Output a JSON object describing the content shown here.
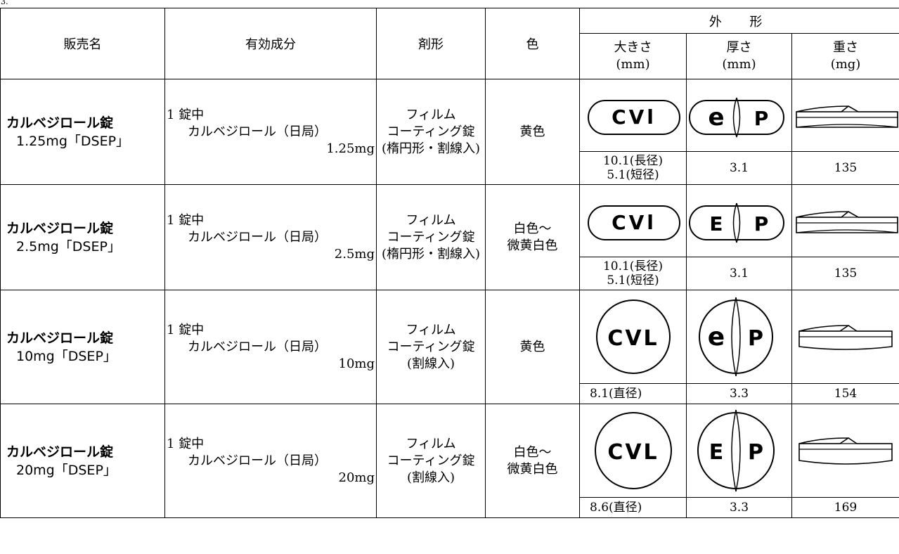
{
  "section_no": "3.",
  "header": {
    "name": "販売名",
    "ingredient": "有効成分",
    "dosage_form": "剤形",
    "color": "色",
    "appearance": "外　形",
    "size_label": "大きさ",
    "size_unit": "(mm)",
    "thickness_label": "厚さ",
    "thickness_unit": "(mm)",
    "weight_label": "重さ",
    "weight_unit": "(mg)"
  },
  "rows": [
    {
      "name": "カルベジロール錠",
      "strength": "1.25mg「DSEP」",
      "ing_line1": "1 錠中",
      "ing_line2": "カルベジロール（日局）",
      "ing_line3": "1.25mg",
      "form_line1": "フィルム",
      "form_line2": "コーティング錠",
      "form_line3": "(楕円形・割線入)",
      "color_line1": "黄色",
      "color_line2": "",
      "front_mark": "CVl",
      "side_left": "e",
      "side_right": "P",
      "size_line1": "10.1(長径)",
      "size_line2": "5.1(短径)",
      "thickness": "3.1",
      "weight": "135"
    },
    {
      "name": "カルベジロール錠",
      "strength": "2.5mg「DSEP」",
      "ing_line1": "1 錠中",
      "ing_line2": "カルベジロール（日局）",
      "ing_line3": "2.5mg",
      "form_line1": "フィルム",
      "form_line2": "コーティング錠",
      "form_line3": "(楕円形・割線入)",
      "color_line1": "白色～",
      "color_line2": "微黄白色",
      "front_mark": "CVl",
      "side_left": "E",
      "side_right": "P",
      "size_line1": "10.1(長径)",
      "size_line2": "5.1(短径)",
      "thickness": "3.1",
      "weight": "135"
    },
    {
      "name": "カルベジロール錠",
      "strength": "10mg「DSEP」",
      "ing_line1": "1 錠中",
      "ing_line2": "カルベジロール（日局）",
      "ing_line3": "10mg",
      "form_line1": "フィルム",
      "form_line2": "コーティング錠",
      "form_line3": "(割線入)",
      "color_line1": "黄色",
      "color_line2": "",
      "front_mark": "CVL",
      "side_left": "e",
      "side_right": "P",
      "size_line1": "8.1(直径)",
      "thickness": "3.3",
      "weight": "154"
    },
    {
      "name": "カルベジロール錠",
      "strength": "20mg「DSEP」",
      "ing_line1": "1 錠中",
      "ing_line2": "カルベジロール（日局）",
      "ing_line3": "20mg",
      "form_line1": "フィルム",
      "form_line2": "コーティング錠",
      "form_line3": "(割線入)",
      "color_line1": "白色～",
      "color_line2": "微黄白色",
      "front_mark": "CVL",
      "side_left": "E",
      "side_right": "P",
      "size_line1": "8.6(直径)",
      "thickness": "3.3",
      "weight": "169"
    }
  ]
}
